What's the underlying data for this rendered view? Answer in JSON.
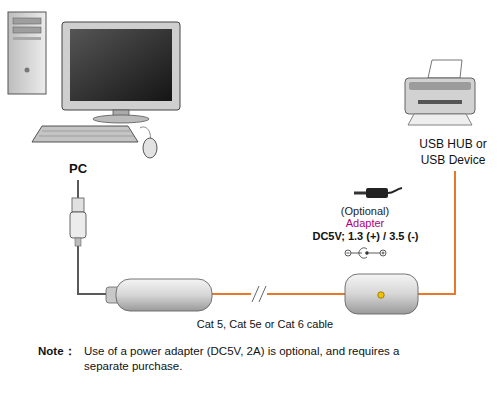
{
  "diagram": {
    "nodes": [
      {
        "text": [
          "PC"
        ]
      },
      {
        "text": [
          "USB HUB or USB Device"
        ]
      }
    ],
    "edges": [
      {
        "from": 0,
        "to": 1,
        "arrow": "none",
        "label": "Cat 5, Cat 5e or Cat 6 cable"
      }
    ],
    "labels": [
      "(Optional)",
      "Adapter",
      "DC5V; 1.3 (+) / 3.5 (-)",
      "Note：",
      "Use of a power adapter (DC5V, 2A) is optional, and requires a separate purchase."
    ]
  }
}
